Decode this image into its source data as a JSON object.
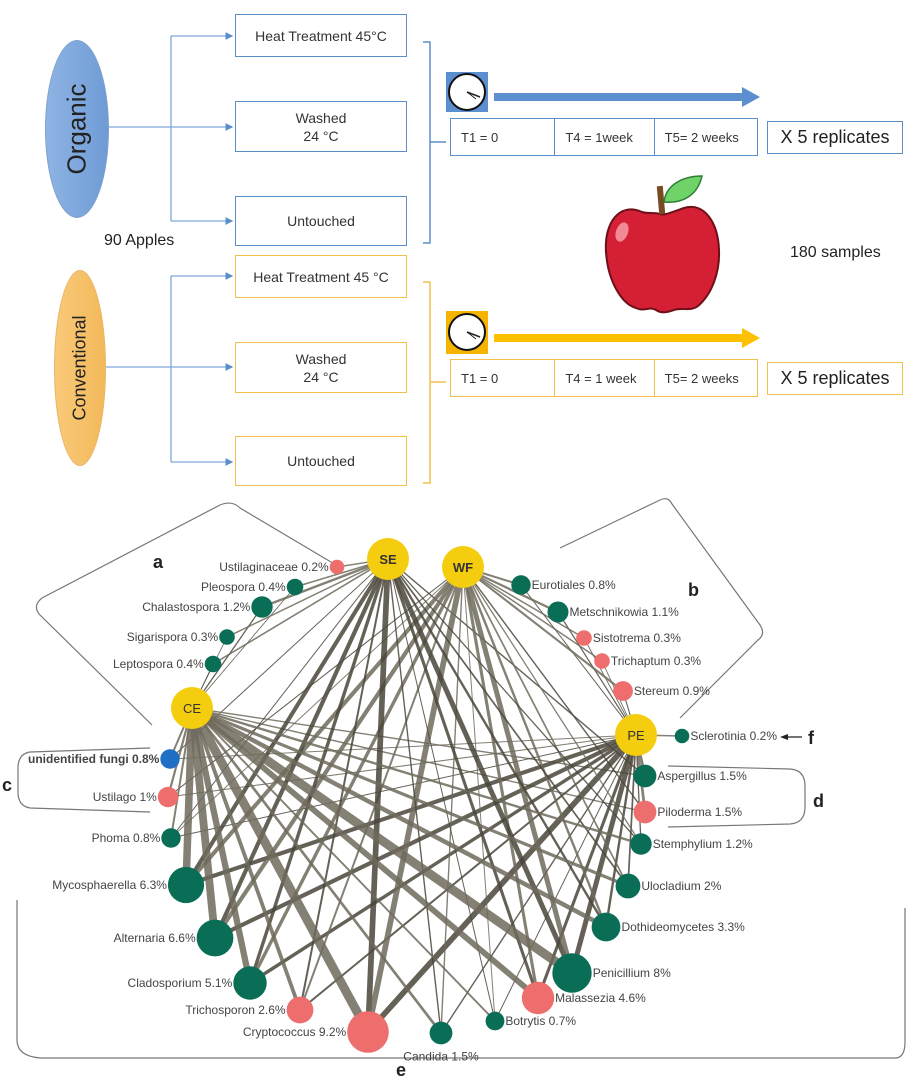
{
  "design": {
    "colors": {
      "organic": "#7fa7d9",
      "conventional": "#f6c566",
      "blue_line": "#5b8fc9",
      "yellow_line": "#f2c14b",
      "arrow_blue": "#5b8fd0",
      "arrow_yellow": "#ffc000"
    },
    "groups": [
      {
        "id": "organic",
        "label": "Organic",
        "treatments": [
          {
            "label": "Heat Treatment 45°C"
          },
          {
            "label": "Washed\n24 °C"
          },
          {
            "label": "Untouched"
          }
        ],
        "timepoints": [
          "T1 = 0",
          "T4 = 1week",
          "T5= 2 weeks"
        ],
        "replicates": "X 5 replicates",
        "clock_icon": "clock-icon"
      },
      {
        "id": "conventional",
        "label": "Conventional",
        "treatments": [
          {
            "label": "Heat Treatment 45 °C"
          },
          {
            "label": "Washed\n24 °C"
          },
          {
            "label": "Untouched"
          }
        ],
        "timepoints": [
          "T1 = 0",
          "T4 = 1 week",
          "T5= 2 weeks"
        ],
        "replicates": "X 5 replicates",
        "clock_icon": "clock-icon"
      }
    ],
    "apples_label": "90 Apples",
    "samples_label": "180 samples",
    "apple_icon": "apple-icon"
  },
  "network": {
    "node_colors": {
      "hub": "#f5cd0f",
      "green": "#0a6e57",
      "red": "#ee6e6e",
      "blue": "#1f6fc5"
    },
    "hubs": [
      {
        "id": "SE",
        "label": "SE"
      },
      {
        "id": "WF",
        "label": "WF"
      },
      {
        "id": "CE",
        "label": "CE"
      },
      {
        "id": "PE",
        "label": "PE"
      }
    ],
    "taxa": [
      {
        "name": "Ustilaginaceae",
        "pct": 0.2,
        "label": "Ustilaginaceae 0.2%",
        "color": "red",
        "group": "a",
        "hubs": [
          "SE"
        ]
      },
      {
        "name": "Pleospora",
        "pct": 0.4,
        "label": "Pleospora 0.4%",
        "color": "green",
        "group": "a",
        "hubs": [
          "SE",
          "CE"
        ]
      },
      {
        "name": "Chalastospora",
        "pct": 1.2,
        "label": "Chalastospora 1.2%",
        "color": "green",
        "group": "a",
        "hubs": [
          "SE",
          "CE"
        ]
      },
      {
        "name": "Sigarispora",
        "pct": 0.3,
        "label": "Sigarispora 0.3%",
        "color": "green",
        "group": "a",
        "hubs": [
          "SE",
          "CE"
        ]
      },
      {
        "name": "Leptospora",
        "pct": 0.4,
        "label": "Leptospora 0.4%",
        "color": "green",
        "group": "a",
        "hubs": [
          "SE",
          "CE"
        ]
      },
      {
        "name": "Eurotiales",
        "pct": 0.8,
        "label": "Eurotiales 0.8%",
        "color": "green",
        "group": "b",
        "hubs": [
          "WF",
          "PE"
        ]
      },
      {
        "name": "Metschnikowia",
        "pct": 1.1,
        "label": "Metschnikowia 1.1%",
        "color": "green",
        "group": "b",
        "hubs": [
          "WF",
          "PE"
        ]
      },
      {
        "name": "Sistotrema",
        "pct": 0.3,
        "label": "Sistotrema 0.3%",
        "color": "red",
        "group": "b",
        "hubs": [
          "WF",
          "PE"
        ]
      },
      {
        "name": "Trichaptum",
        "pct": 0.3,
        "label": "Trichaptum 0.3%",
        "color": "red",
        "group": "b",
        "hubs": [
          "WF",
          "PE"
        ]
      },
      {
        "name": "Stereum",
        "pct": 0.9,
        "label": "Stereum 0.9%",
        "color": "red",
        "group": "b",
        "hubs": [
          "WF",
          "PE"
        ]
      },
      {
        "name": "Sclerotinia",
        "pct": 0.2,
        "label": "Sclerotinia 0.2%",
        "color": "green",
        "group": "f",
        "hubs": [
          "PE"
        ]
      },
      {
        "name": "unidentified fungi",
        "pct": 0.8,
        "label": "unidentified fungi 0.8%",
        "color": "blue",
        "group": "c",
        "hubs": [
          "CE",
          "SE",
          "PE"
        ]
      },
      {
        "name": "Ustilago",
        "pct": 1,
        "label": "Ustilago 1%",
        "color": "red",
        "group": "c",
        "hubs": [
          "CE",
          "WF",
          "PE"
        ]
      },
      {
        "name": "Aspergillus",
        "pct": 1.5,
        "label": "Aspergillus 1.5%",
        "color": "green",
        "group": "d",
        "hubs": [
          "PE",
          "SE",
          "CE"
        ]
      },
      {
        "name": "Piloderma",
        "pct": 1.5,
        "label": "Piloderma 1.5%",
        "color": "red",
        "group": "d",
        "hubs": [
          "PE",
          "WF",
          "CE"
        ]
      },
      {
        "name": "Phoma",
        "pct": 0.8,
        "label": "Phoma 0.8%",
        "color": "green",
        "group": "e",
        "hubs": [
          "CE",
          "SE",
          "WF",
          "PE"
        ]
      },
      {
        "name": "Mycosphaerella",
        "pct": 6.3,
        "label": "Mycosphaerella 6.3%",
        "color": "green",
        "group": "e",
        "hubs": [
          "CE",
          "SE",
          "WF",
          "PE"
        ]
      },
      {
        "name": "Alternaria",
        "pct": 6.6,
        "label": "Alternaria 6.6%",
        "color": "green",
        "group": "e",
        "hubs": [
          "CE",
          "SE",
          "WF",
          "PE"
        ]
      },
      {
        "name": "Cladosporium",
        "pct": 5.1,
        "label": "Cladosporium 5.1%",
        "color": "green",
        "group": "e",
        "hubs": [
          "CE",
          "SE",
          "WF",
          "PE"
        ]
      },
      {
        "name": "Trichosporon",
        "pct": 2.6,
        "label": "Trichosporon 2.6%",
        "color": "red",
        "group": "e",
        "hubs": [
          "CE",
          "SE",
          "WF",
          "PE"
        ]
      },
      {
        "name": "Cryptococcus",
        "pct": 9.2,
        "label": "Cryptococcus 9.2%",
        "color": "red",
        "group": "e",
        "hubs": [
          "CE",
          "SE",
          "WF",
          "PE"
        ]
      },
      {
        "name": "Candida",
        "pct": 1.5,
        "label": "Candida 1.5%",
        "color": "green",
        "group": "e",
        "hubs": [
          "CE",
          "SE",
          "WF",
          "PE"
        ]
      },
      {
        "name": "Botrytis",
        "pct": 0.7,
        "label": "Botrytis 0.7%",
        "color": "green",
        "group": "e",
        "hubs": [
          "CE",
          "SE",
          "WF",
          "PE"
        ]
      },
      {
        "name": "Malassezia",
        "pct": 4.6,
        "label": "Malassezia 4.6%",
        "color": "red",
        "group": "e",
        "hubs": [
          "CE",
          "SE",
          "WF",
          "PE"
        ]
      },
      {
        "name": "Penicillium",
        "pct": 8,
        "label": "Penicillium 8%",
        "color": "green",
        "group": "e",
        "hubs": [
          "CE",
          "SE",
          "WF",
          "PE"
        ]
      },
      {
        "name": "Dothideomycetes",
        "pct": 3.3,
        "label": "Dothideomycetes 3.3%",
        "color": "green",
        "group": "e",
        "hubs": [
          "CE",
          "SE",
          "WF",
          "PE"
        ]
      },
      {
        "name": "Ulocladium",
        "pct": 2,
        "label": "Ulocladium 2%",
        "color": "green",
        "group": "e",
        "hubs": [
          "CE",
          "SE",
          "WF",
          "PE"
        ]
      },
      {
        "name": "Stemphylium",
        "pct": 1.2,
        "label": "Stemphylium 1.2%",
        "color": "green",
        "group": "e",
        "hubs": [
          "CE",
          "SE",
          "WF",
          "PE"
        ]
      }
    ],
    "group_labels": {
      "a": "a",
      "b": "b",
      "c": "c",
      "d": "d",
      "e": "e",
      "f": "f"
    }
  }
}
